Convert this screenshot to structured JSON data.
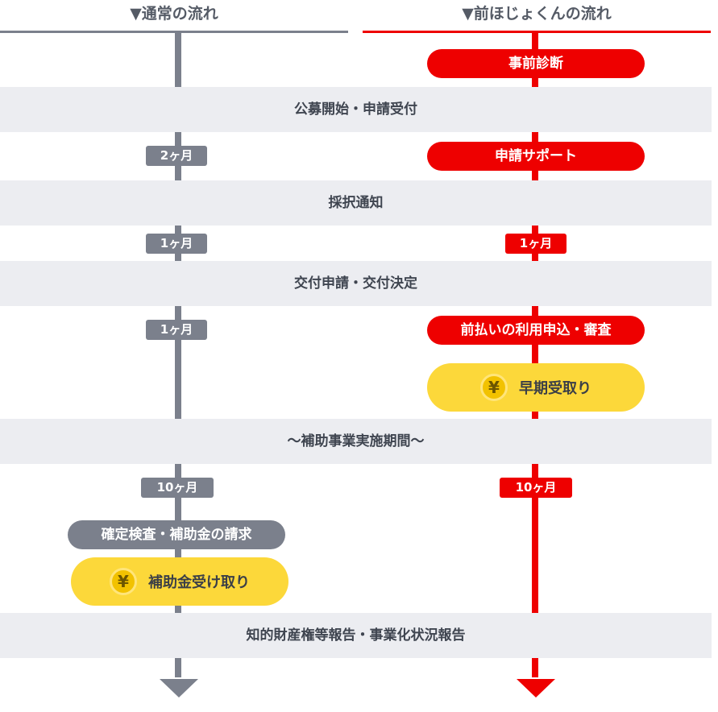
{
  "headers": {
    "left": "▼通常の流れ",
    "right": "▼前ほじょくんの流れ"
  },
  "bands": {
    "koubo": "公募開始・申請受付",
    "saitaku": "採択通知",
    "koufu": "交付申請・交付決定",
    "kikan": "〜補助事業実施期間〜",
    "houkoku": "知的財産権等報告・事業化状況報告"
  },
  "left_flow": {
    "tag_2m": "2ヶ月",
    "tag_1m_a": "1ヶ月",
    "tag_1m_b": "1ヶ月",
    "tag_10m": "10ヶ月",
    "kensa": "確定検査・補助金の請求",
    "uketori": "補助金受け取り"
  },
  "right_flow": {
    "shindan": "事前診断",
    "support": "申請サポート",
    "tag_1m": "1ヶ月",
    "maebarai": "前払いの利用申込・審査",
    "souki": "早期受取り",
    "tag_10m": "10ヶ月"
  },
  "icons": {
    "coin_left": "¥",
    "coin_right": "¥"
  },
  "colors": {
    "normal": "#7b808c",
    "mae": "#ee0000",
    "band": "#ecedf1",
    "yellow": "#fcd83a"
  }
}
